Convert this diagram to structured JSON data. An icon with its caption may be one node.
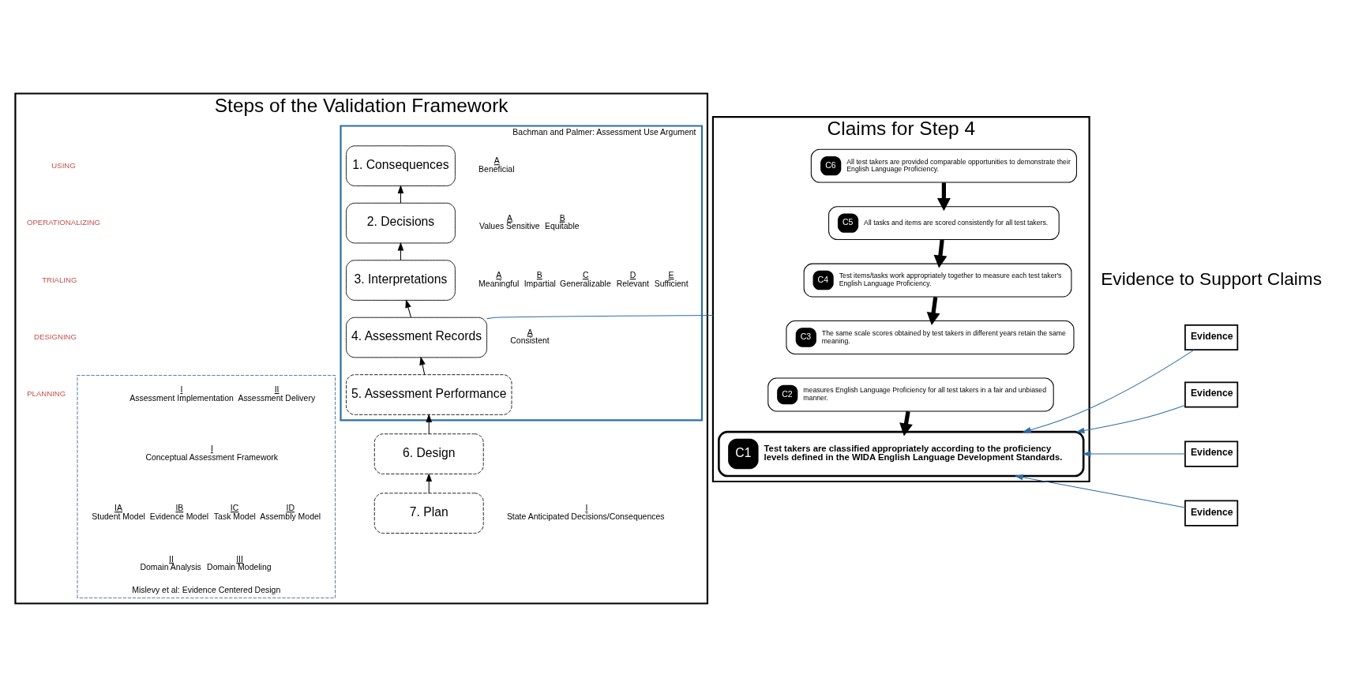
{
  "diagram": {
    "nodes": [
      {
        "text": [
          "Steps of the Validation Framework"
        ]
      },
      {
        "text": [
          "Bachman and Palmer: Assessment Use Argument"
        ],
        "in": 0
      },
      {
        "text": [
          "1. Consequences"
        ],
        "in": 1,
        "beside": [
          "A",
          "Beneficial"
        ]
      },
      {
        "text": [
          "2. Decisions"
        ],
        "in": 1,
        "beside": [
          "A",
          "Values Sensitive",
          "B",
          "Equitable"
        ]
      },
      {
        "text": [
          "3. Interpretations"
        ],
        "in": 1,
        "beside": [
          "A",
          "Meaningful",
          "B",
          "Impartial",
          "C",
          "Generalizable",
          "D",
          "Relevant",
          "E",
          "Sufficient"
        ]
      },
      {
        "text": [
          "4. Assessment Records"
        ],
        "in": 1,
        "beside": [
          "A",
          "Consistent"
        ]
      },
      {
        "text": [
          "5. Assessment Performance"
        ],
        "in": 1
      },
      {
        "text": [
          "Mislevy et al: Evidence Centered Design"
        ],
        "in": 0
      },
      {
        "text": [
          "6. Design"
        ],
        "in": 0
      },
      {
        "text": [
          "7. Plan"
        ],
        "in": 0,
        "beside": [
          "I",
          "State Anticipated Decisions/Consequences"
        ]
      },
      {
        "text": [
          "Claims for Step 4"
        ]
      },
      {
        "text": [
          "C6",
          "All test takers are provided comparable opportunities to demonstrate their English Language Proficiency."
        ],
        "in": 10
      },
      {
        "text": [
          "C5",
          "All tasks and items are scored consistently for all test takers."
        ],
        "in": 10
      },
      {
        "text": [
          "C4",
          "Test items/tasks work appropriately together to measure each test taker's English Language Proficiency."
        ],
        "in": 10
      },
      {
        "text": [
          "C3",
          "The same scale scores obtained by test takers in different years retain the same meaning."
        ],
        "in": 10
      },
      {
        "text": [
          "C2",
          "measures English Language Proficiency for all test takers in a fair and unbiased manner."
        ],
        "in": 10
      },
      {
        "text": [
          "C1",
          "Test takers are classified appropriately according to the proficiency levels defined in the WIDA English Language Development Standards."
        ],
        "in": 10
      },
      {
        "text": [
          "Evidence"
        ]
      },
      {
        "text": [
          "Evidence"
        ]
      },
      {
        "text": [
          "Evidence"
        ]
      },
      {
        "text": [
          "Evidence"
        ]
      }
    ],
    "edges": [
      {
        "from": 9,
        "to": 8,
        "arrow": "to"
      },
      {
        "from": 8,
        "to": 6,
        "arrow": "to"
      },
      {
        "from": 6,
        "to": 5,
        "arrow": "to"
      },
      {
        "from": 5,
        "to": 4,
        "arrow": "to"
      },
      {
        "from": 4,
        "to": 3,
        "arrow": "to"
      },
      {
        "from": 3,
        "to": 2,
        "arrow": "to"
      },
      {
        "from": 5,
        "to": 10,
        "arrow": "none",
        "color": "#2e6da4"
      },
      {
        "from": 11,
        "to": 12,
        "arrow": "to",
        "style": "thick"
      },
      {
        "from": 12,
        "to": 13,
        "arrow": "to",
        "style": "thick"
      },
      {
        "from": 13,
        "to": 14,
        "arrow": "to",
        "style": "thick"
      },
      {
        "from": 15,
        "to": 16,
        "arrow": "to",
        "style": "thick"
      },
      {
        "from": 17,
        "to": 16,
        "arrow": "to",
        "color": "#2e6da4"
      },
      {
        "from": 18,
        "to": 16,
        "arrow": "to",
        "color": "#2e6da4"
      },
      {
        "from": 19,
        "to": 16,
        "arrow": "to",
        "color": "#2e6da4"
      },
      {
        "from": 20,
        "to": 16,
        "arrow": "to",
        "color": "#2e6da4"
      }
    ],
    "labels": [
      "Evidence to Support Claims",
      "USING",
      "TRIALING",
      "OPERATIONALIZING",
      "DESIGNING",
      "PLANNING",
      "I",
      "Assessment Implementation",
      "II",
      "Assessment Delivery",
      "I",
      "Conceptual Assessment Framework",
      "IA",
      "Student Model",
      "IB",
      "Evidence Model",
      "IC",
      "Task Model",
      "ID",
      "Assembly Model",
      "II",
      "Domain Analysis",
      "III",
      "Domain Modeling"
    ]
  }
}
